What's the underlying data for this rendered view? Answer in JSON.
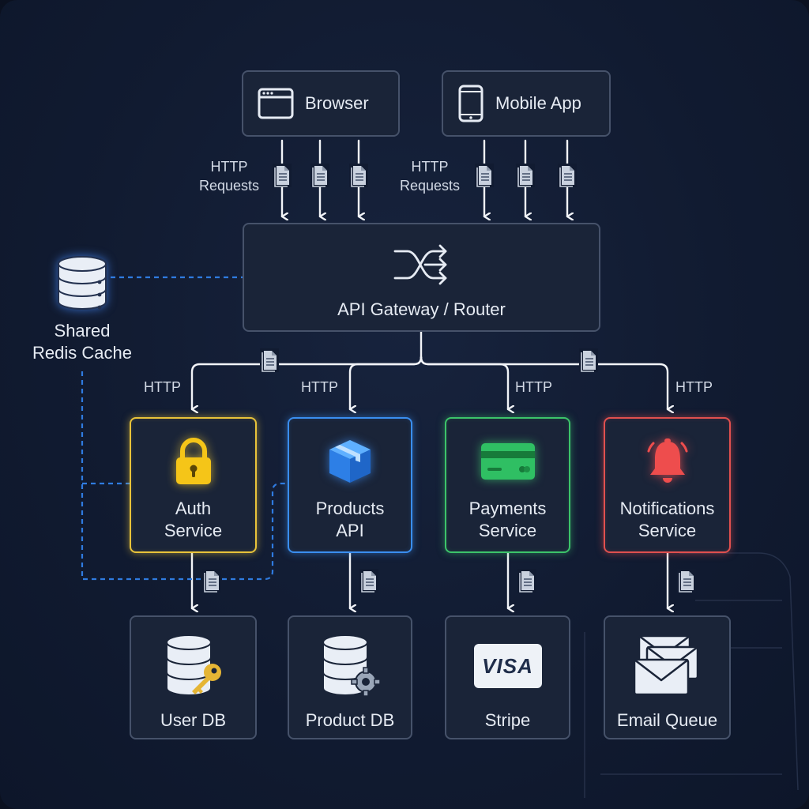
{
  "clients": {
    "browser": {
      "label": "Browser",
      "icon": "browser-window-icon"
    },
    "mobile": {
      "label": "Mobile App",
      "icon": "mobile-phone-icon"
    }
  },
  "edges": {
    "browser_requests": "HTTP Requests",
    "mobile_requests": "HTTP Requests",
    "gateway_to_services": [
      "HTTP",
      "HTTP",
      "HTTP",
      "HTTP"
    ]
  },
  "gateway": {
    "label": "API Gateway / Router",
    "icon": "shuffle-router-icon"
  },
  "cache": {
    "label_line1": "Shared",
    "label_line2": "Redis Cache",
    "icon": "database-icon"
  },
  "services": [
    {
      "line1": "Auth",
      "line2": "Service",
      "icon": "padlock-icon",
      "color": "#e8c33a"
    },
    {
      "line1": "Products",
      "line2": "API",
      "icon": "package-box-icon",
      "color": "#3a8ef0"
    },
    {
      "line1": "Payments",
      "line2": "Service",
      "icon": "credit-card-icon",
      "color": "#3cc46a"
    },
    {
      "line1": "Notifications",
      "line2": "Service",
      "icon": "bell-icon",
      "color": "#e0504f"
    }
  ],
  "stores": [
    {
      "label": "User DB",
      "icon": "database-key-icon"
    },
    {
      "label": "Product DB",
      "icon": "database-gear-icon"
    },
    {
      "label": "Stripe",
      "icon": "visa-card-icon",
      "card_text": "VISA"
    },
    {
      "label": "Email Queue",
      "icon": "envelopes-icon"
    }
  ],
  "colors": {
    "background": "#111b31",
    "box": "#1a2438",
    "border": "#46526a",
    "dashed_link": "#2f7be0",
    "arrow": "#f2f4f8"
  }
}
